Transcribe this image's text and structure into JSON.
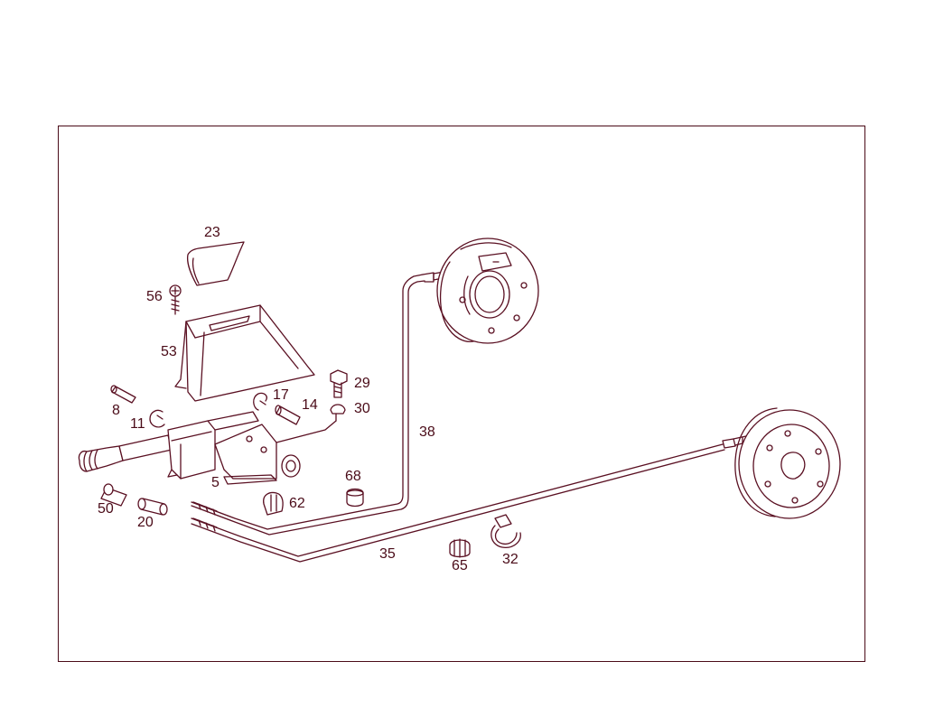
{
  "line_color": "#5a1022",
  "label_color": "#4a0b18",
  "parts": {
    "p23": "23",
    "p56": "56",
    "p53": "53",
    "p29": "29",
    "p30": "30",
    "p17": "17",
    "p14": "14",
    "p8": "8",
    "p11": "11",
    "p38": "38",
    "p5": "5",
    "p68": "68",
    "p62": "62",
    "p50": "50",
    "p20": "20",
    "p35": "35",
    "p65": "65",
    "p32": "32"
  }
}
